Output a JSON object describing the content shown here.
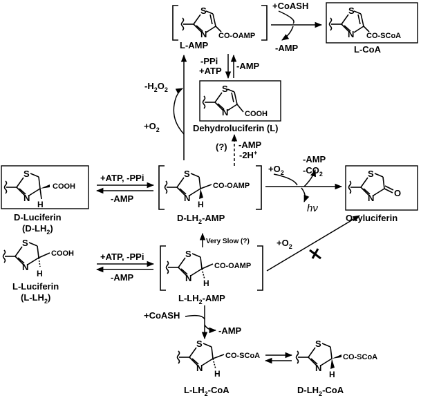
{
  "compounds": {
    "l_amp": {
      "label": "L-AMP",
      "sub": "CO-OAMP"
    },
    "l_coa": {
      "label": "L-CoA",
      "sub": "CO-SCoA"
    },
    "dehydro": {
      "label": "Dehydroluciferin (L)",
      "sub": "COOH"
    },
    "d_luciferin": {
      "label": "D-Luciferin",
      "abbr": "(D-LH",
      "sub": "COOH"
    },
    "d_lh2_amp": {
      "label_pre": "D-LH",
      "label_post": "-AMP",
      "sub": "CO-OAMP"
    },
    "oxyluciferin": {
      "label": "Oxyluciferin"
    },
    "l_luciferin": {
      "label": "L-Luciferin",
      "abbr": "(L-LH",
      "sub": "COOH"
    },
    "l_lh2_amp": {
      "label_pre": "L-LH",
      "label_post": "-AMP",
      "sub": "CO-OAMP"
    },
    "l_lh2_coa": {
      "label_pre": "L-LH",
      "label_post": "-CoA",
      "sub": "CO-SCoA"
    },
    "d_lh2_coa": {
      "label_pre": "D-LH",
      "label_post": "-CoA",
      "sub": "CO-SCoA"
    }
  },
  "reagents": {
    "coash_top": "+CoASH",
    "amp_minus": "-AMP",
    "ppi_minus": "-PPi",
    "atp_plus": "+ATP",
    "h2o2": "-H",
    "o2_plus": "+O",
    "question": "(?)",
    "two_h": "-2H",
    "atp_ppi": "+ATP, -PPi",
    "co2_minus": "-CO",
    "hv": "hν",
    "very_slow": "Very Slow (?)",
    "coash_bottom": "+CoASH"
  },
  "atoms": {
    "s": "S",
    "n": "N",
    "h": "H",
    "o": "O",
    "sub2": "2",
    "plus": "+",
    "close": ")"
  }
}
